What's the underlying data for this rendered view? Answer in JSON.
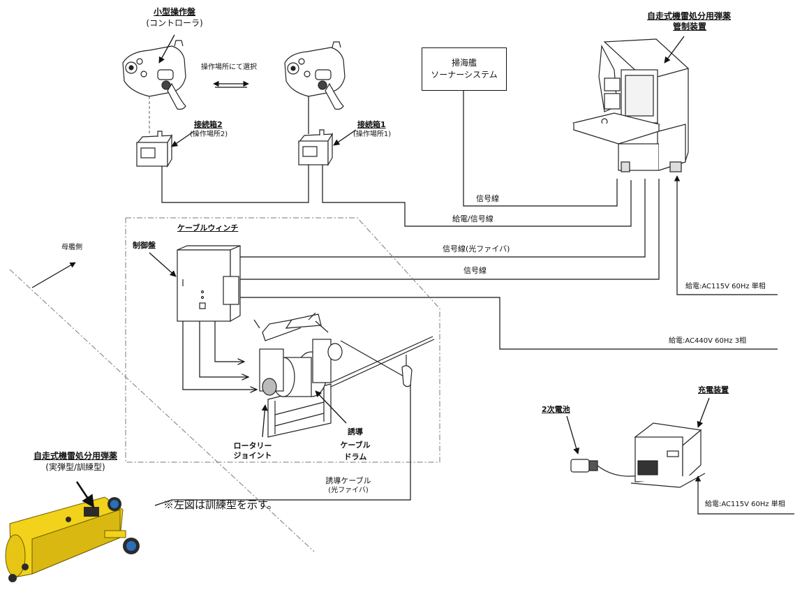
{
  "labels": {
    "controller_title": "小型操作盤",
    "controller_sub": "(コントローラ)",
    "select_location": "操作場所にて選択",
    "junction2_title": "接続箱2",
    "junction2_sub": "(操作場所2)",
    "junction1_title": "接続箱1",
    "junction1_sub": "(操作場所1)",
    "sonar_line1": "掃海艦",
    "sonar_line2": "ソーナーシステム",
    "console_title1": "自走式機雷処分用弾薬",
    "console_title2": "管制装置",
    "signal_line_1": "信号線",
    "power_signal_line": "給電/信号線",
    "winch_title": "ケーブルウィンチ",
    "control_panel": "制御盤",
    "signal_line_optical": "信号線(光ファイバ)",
    "signal_line_2": "信号線",
    "power_ac115_top": "給電:AC115V 60Hz 単相",
    "power_ac440": "給電:AC440V 60Hz 3相",
    "mothership_side": "母艦側",
    "rotary_joint_1": "ロータリー",
    "rotary_joint_2": "ジョイント",
    "drum_1": "誘導",
    "drum_2": "ケーブル",
    "drum_3": "ドラム",
    "battery": "2次電池",
    "charger": "充電装置",
    "power_ac115_bottom": "給電:AC115V 60Hz 単相",
    "vehicle_title": "自走式機雷処分用弾薬",
    "vehicle_sub": "(実弾型/訓練型)",
    "guide_cable_1": "誘導ケーブル",
    "guide_cable_2": "(光ファイバ)",
    "note": "※左図は訓練型を示す。"
  },
  "colors": {
    "line": "#111111",
    "vehicle_yellow": "#f2d21a",
    "vehicle_dark": "#2b2b2b",
    "propeller_blue": "#2a6fb8"
  }
}
